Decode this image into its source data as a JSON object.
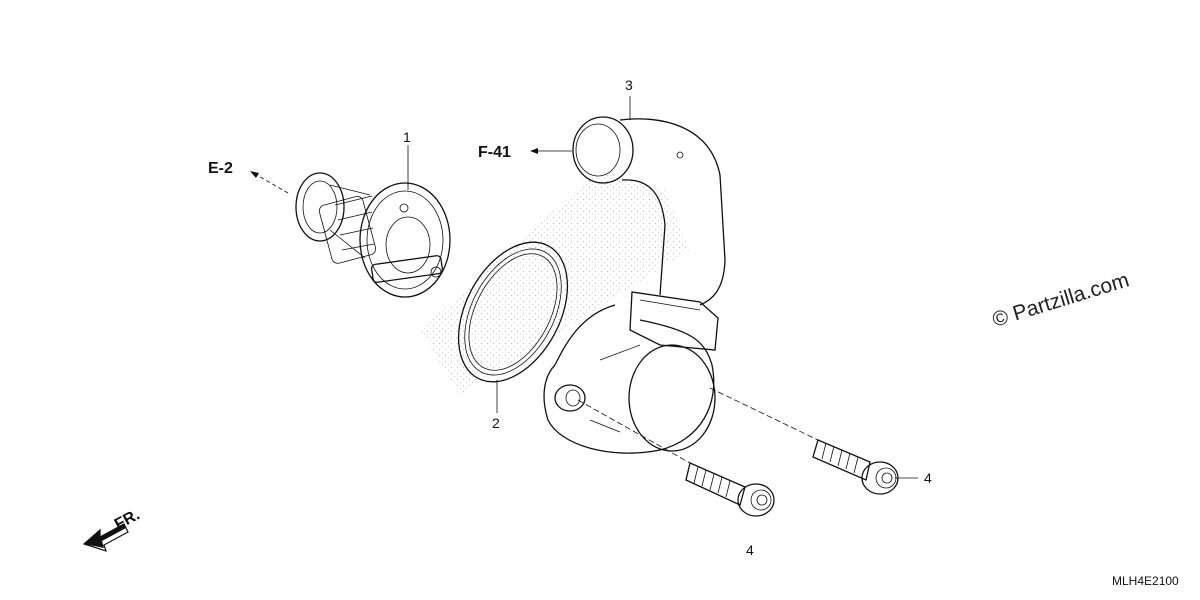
{
  "callouts": {
    "part1": "1",
    "part2": "2",
    "part3": "3",
    "part4_a": "4",
    "part4_b": "4"
  },
  "references": {
    "e2": "E-2",
    "f41": "F-41"
  },
  "front_indicator": "FR.",
  "watermark": "© Partzilla.com",
  "diagram_code": "MLH4E2100"
}
